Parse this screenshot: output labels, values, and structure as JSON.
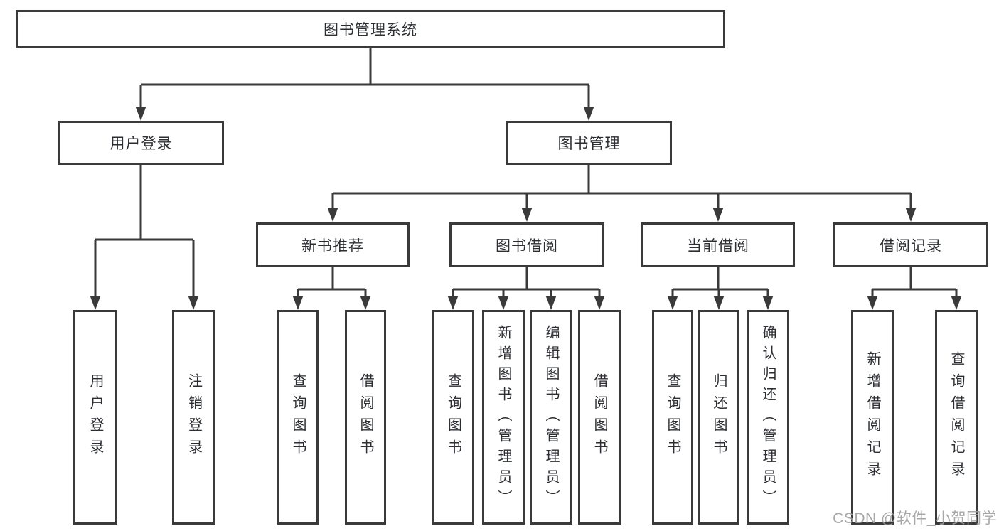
{
  "page": {
    "background_color": "#ffffff",
    "line_color": "#3a3a3a",
    "text_color": "#2c2e33",
    "watermark_color": "#9e9ea0"
  },
  "watermark": {
    "text": "CSDN @软件_小贺同学"
  },
  "tree": {
    "root": {
      "label": "图书管理系统"
    },
    "level2": [
      {
        "id": "user-login",
        "label": "用户登录"
      },
      {
        "id": "book-management",
        "label": "图书管理"
      }
    ],
    "level3": [
      {
        "id": "new-book-recommend",
        "parent": "图书管理",
        "label": "新书推荐"
      },
      {
        "id": "book-borrowing",
        "parent": "图书管理",
        "label": "图书借阅"
      },
      {
        "id": "current-borrowing",
        "parent": "图书管理",
        "label": "当前借阅"
      },
      {
        "id": "borrowing-records",
        "parent": "图书管理",
        "label": "借阅记录"
      }
    ],
    "leaves": [
      {
        "parent": "用户登录",
        "label": "用户登录"
      },
      {
        "parent": "用户登录",
        "label": "注销登录"
      },
      {
        "parent": "新书推荐",
        "label": "查询图书"
      },
      {
        "parent": "新书推荐",
        "label": "借阅图书"
      },
      {
        "parent": "图书借阅",
        "label": "查询图书"
      },
      {
        "parent": "图书借阅",
        "label": "新增图书（管理员）"
      },
      {
        "parent": "图书借阅",
        "label": "编辑图书（管理员）"
      },
      {
        "parent": "图书借阅",
        "label": "借阅图书"
      },
      {
        "parent": "当前借阅",
        "label": "查询图书"
      },
      {
        "parent": "当前借阅",
        "label": "归还图书"
      },
      {
        "parent": "当前借阅",
        "label": "确认归还（管理员）"
      },
      {
        "parent": "借阅记录",
        "label": "新增借阅记录"
      },
      {
        "parent": "借阅记录",
        "label": "查询借阅记录"
      }
    ]
  }
}
